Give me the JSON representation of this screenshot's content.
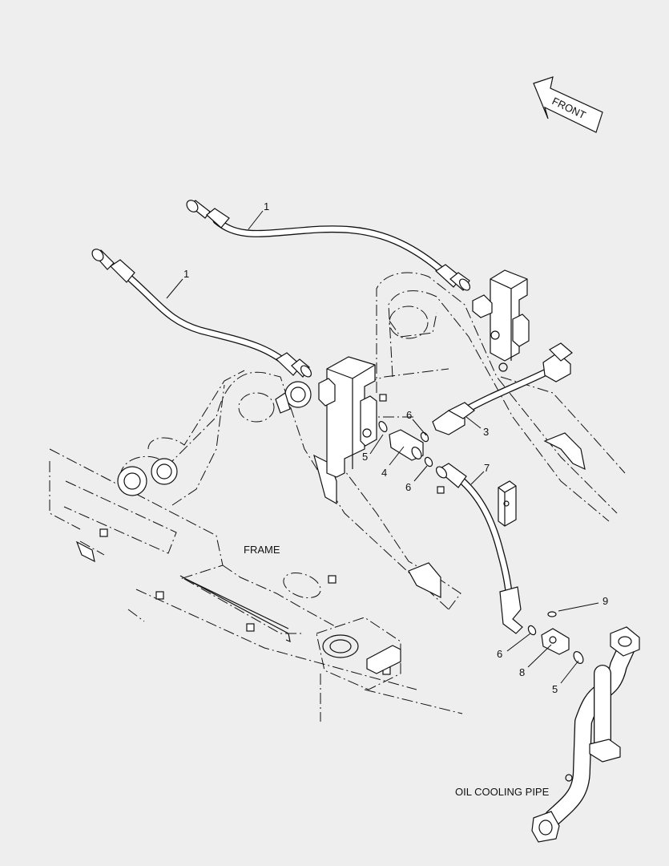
{
  "direction_arrow": {
    "text": "FRONT"
  },
  "labels": {
    "frame": "FRAME",
    "oil_cooling_pipe": "OIL COOLING PIPE"
  },
  "callouts": [
    {
      "id": "c1a",
      "text": "1"
    },
    {
      "id": "c1b",
      "text": "1"
    },
    {
      "id": "c3",
      "text": "3"
    },
    {
      "id": "c4",
      "text": "4"
    },
    {
      "id": "c5a",
      "text": "5"
    },
    {
      "id": "c6a",
      "text": "6"
    },
    {
      "id": "c6b",
      "text": "6"
    },
    {
      "id": "c7",
      "text": "7"
    },
    {
      "id": "c9",
      "text": "9"
    },
    {
      "id": "c6c",
      "text": "6"
    },
    {
      "id": "c8",
      "text": "8"
    },
    {
      "id": "c5b",
      "text": "5"
    }
  ]
}
